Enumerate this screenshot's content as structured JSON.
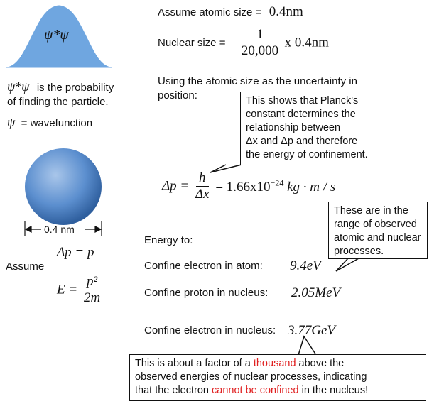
{
  "left": {
    "psi_star_psi_label": "ψ*ψ",
    "prob_symbol": "ψ*ψ",
    "prob_text_1": "is the probability",
    "prob_text_2": "of finding the particle.",
    "psi_symbol": "ψ",
    "psi_text": "= wavefunction",
    "diameter_label": "0.4 nm",
    "assume_label": "Assume",
    "dp_eq_p": "Δp = p",
    "energy_lhs": "E =",
    "energy_num": "p²",
    "energy_den": "2m"
  },
  "right": {
    "atomic_label": "Assume atomic size =",
    "atomic_value": "0.4nm",
    "nuclear_label": "Nuclear size =",
    "nuclear_num": "1",
    "nuclear_den": "20,000",
    "nuclear_mult": "x 0.4nm",
    "uncertainty_line1": "Using the atomic size as the uncertainty in",
    "uncertainty_line2": "position:",
    "dp_lhs": "Δp =",
    "dp_num": "h",
    "dp_den": "Δx",
    "dp_rhs": "= 1.66x10",
    "dp_exp": "−24",
    "dp_units": "kg · m / s",
    "energy_to": "Energy to:",
    "rows": [
      {
        "label": "Confine electron in atom:",
        "value": "9.4eV"
      },
      {
        "label": "Confine proton in nucleus:",
        "value": "2.05MeV"
      },
      {
        "label": "Confine electron in nucleus:",
        "value": "3.77GeV"
      }
    ]
  },
  "callouts": {
    "planck": [
      "This shows that Planck's",
      "constant determines the",
      "relationship between",
      "Δx and Δp and therefore",
      "the energy of confinement."
    ],
    "range": [
      "These are in the",
      "range of observed",
      "atomic and nuclear",
      "processes."
    ],
    "bottom": {
      "line1_a": "This is about a factor of a ",
      "line1_red": "thousand",
      "line1_b": " above the",
      "line2": "observed energies of nuclear processes, indicating",
      "line3_a": "that the electron ",
      "line3_red": "cannot be confined",
      "line3_b": " in the nucleus!"
    }
  },
  "colors": {
    "bell_fill": "#6fa6e0",
    "sphere": "#4a7fc0",
    "highlight": "#e02020"
  }
}
